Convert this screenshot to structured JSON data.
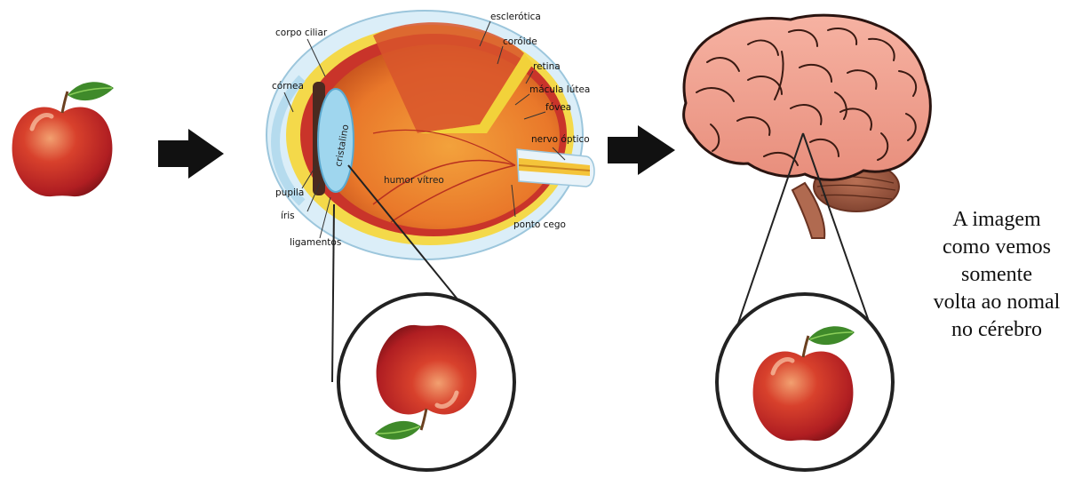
{
  "eye_labels": {
    "esclerotica": "esclerótica",
    "corpo_ciliar": "corpo ciliar",
    "coroide": "coróide",
    "cornea": "córnea",
    "retina": "retina",
    "macula": "mácula lútea",
    "fovea": "fóvea",
    "nervo": "nervo óptico",
    "pupila": "pupila",
    "iris": "íris",
    "ligamentos": "ligamentos",
    "ponto_cego": "ponto cego",
    "cristalino": "cristalino",
    "humor": "humor vítreo"
  },
  "caption_lines": [
    "A imagem",
    "como vemos",
    "somente",
    "volta ao nomal",
    "no cérebro"
  ],
  "colors": {
    "apple_red": "#c8282a",
    "leaf_green": "#3f8a2a",
    "brain_pink": "#f0a090",
    "arrow": "#111111"
  }
}
